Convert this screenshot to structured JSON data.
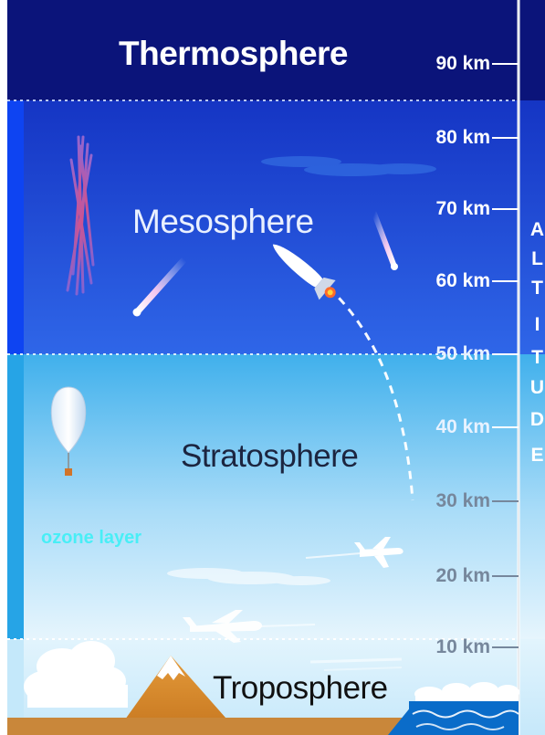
{
  "layers": {
    "thermosphere": "Thermosphere",
    "mesosphere": "Mesosphere",
    "stratosphere": "Stratosphere",
    "troposphere": "Troposphere"
  },
  "ozone_label": "ozone layer",
  "altitude_ticks": [
    "90 km",
    "80 km",
    "70 km",
    "60 km",
    "50 km",
    "40 km",
    "30 km",
    "20 km",
    "10 km"
  ],
  "axis_letters": [
    "A",
    "L",
    "T",
    "I",
    "T",
    "U",
    "D",
    "E"
  ],
  "colors": {
    "thermosphere": "#0b147a",
    "mesosphere_top": "#1736c8",
    "mesosphere_bottom": "#2f63e6",
    "stratosphere_top": "#45b6ee",
    "stratosphere_bottom": "#e4f4fd",
    "mountain": "#d68a2c",
    "ground": "#c9873a",
    "sea": "#0a6cc9",
    "ozone": "#3ef0f6"
  },
  "icons": [
    "weather-balloon-icon",
    "rocket-icon",
    "meteor-icon",
    "sprite-lightning-icon",
    "airplane-icon",
    "jet-icon",
    "cloud-icon",
    "mountain-icon",
    "ocean-waves-icon"
  ]
}
